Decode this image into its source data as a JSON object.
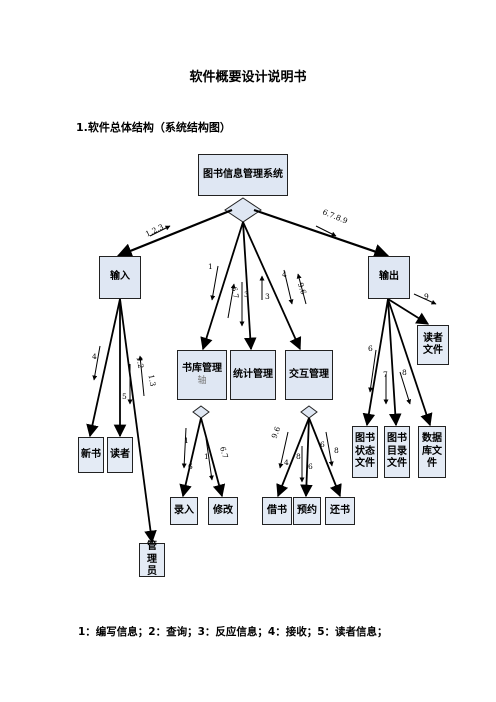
{
  "doc": {
    "title": "软件概要设计说明书",
    "section": "1.软件总体结构（系统结构图）",
    "footnote": "1：编写信息；2：查询；3：反应信息；4：接收；5：读者信息；"
  },
  "nodes": {
    "root": "图书信息管理系统",
    "input": "输入",
    "output": "输出",
    "library_mgmt": "书库管理",
    "library_mgmt_sub": "轴",
    "stats_mgmt": "统计管理",
    "interact_mgmt": "交互管理",
    "new_book": "新书",
    "reader": "读者",
    "admin": "管理员",
    "entry": "录入",
    "modify": "修改",
    "borrow": "借书",
    "reserve": "预约",
    "return": "还书",
    "reader_file": "读者文件",
    "book_status_file": "图书状态文件",
    "catalog_file": "图书目录文件",
    "db_file": "数据库文件"
  },
  "edge_labels": {
    "root_input": "1.2.3",
    "root_output": "6.7.8.9",
    "root_lib_a": "1",
    "root_lib_b": "6.7",
    "root_stats_a": "3",
    "root_stats_b": "3",
    "root_interact_a": "4",
    "root_interact_b": "9.6",
    "input_newbook": "4",
    "input_reader_a": "5",
    "input_reader_b": "1.2",
    "input_admin": "1.3",
    "output_readerfile": "9",
    "output_status": "6",
    "output_catalog": "7",
    "output_db": "8",
    "lib_entry_a": "1",
    "lib_entry_b": "6",
    "lib_modify_a": "1",
    "lib_modify_b": "6.7",
    "int_borrow_a": "9.6",
    "int_borrow_b": "4",
    "int_reserve_a": "8",
    "int_reserve_b": "6",
    "int_return_a": "6",
    "int_return_b": "8"
  }
}
